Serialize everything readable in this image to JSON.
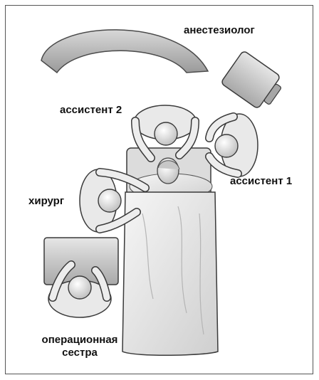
{
  "labels": {
    "anesthesiologist": "анестезиолог",
    "assistant_2": "ассистент 2",
    "assistant_1": "ассистент 1",
    "surgeon": "хирург",
    "scrub_nurse_line1": "операционная",
    "scrub_nurse_line2": "сестра"
  },
  "colors": {
    "skin_light": "#eeeeee",
    "skin_mid": "#c9c9c9",
    "outline": "#3a3a3a",
    "furniture": "#b9b9b9"
  }
}
